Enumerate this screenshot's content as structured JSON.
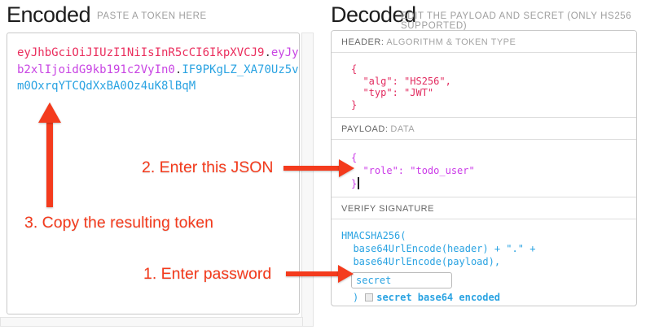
{
  "encoded": {
    "title": "Encoded",
    "subtitle": "PASTE A TOKEN HERE",
    "token": {
      "header_part": "eyJhbGciOiJIUzI1NiIsInR5cCI6IkpXVCJ9",
      "dot1": ".",
      "payload_part": "eyJyb2xlIjoidG9kb191c2VyIn0",
      "dot2": ".",
      "signature_part": "IF9PKgLZ_XA70Uz5vm0OxrqYTCQdXxBA0Oz4uK8lBqM"
    }
  },
  "decoded": {
    "title": "Decoded",
    "subtitle": "EDIT THE PAYLOAD AND SECRET (ONLY HS256 SUPPORTED)",
    "header_section": {
      "label_strong": "HEADER:",
      "label_rest": "ALGORITHM & TOKEN TYPE",
      "code": "{\n  \"alg\": \"HS256\",\n  \"typ\": \"JWT\"\n}"
    },
    "payload_section": {
      "label_strong": "PAYLOAD:",
      "label_rest": "DATA",
      "code": "{\n  \"role\": \"todo_user\"\n}"
    },
    "signature_section": {
      "label": "VERIFY SIGNATURE",
      "formula": "HMACSHA256(\n  base64UrlEncode(header) + \".\" +\n  base64UrlEncode(payload),",
      "secret_value": "secret",
      "close_paren": ")",
      "checkbox_label": "secret base64 encoded"
    }
  },
  "annotations": {
    "step1": "1. Enter password",
    "step2": "2. Enter this JSON",
    "step3": "3. Copy the resulting token"
  },
  "colors": {
    "token_header": "#ea2e5d",
    "token_payload": "#c844e3",
    "token_signature": "#2aa3e2",
    "decoded_header_json": "#e22c60",
    "decoded_payload_json": "#cb3ae8",
    "decoded_signature_code": "#2aa3e2",
    "annotation_red": "#f43b1d"
  }
}
